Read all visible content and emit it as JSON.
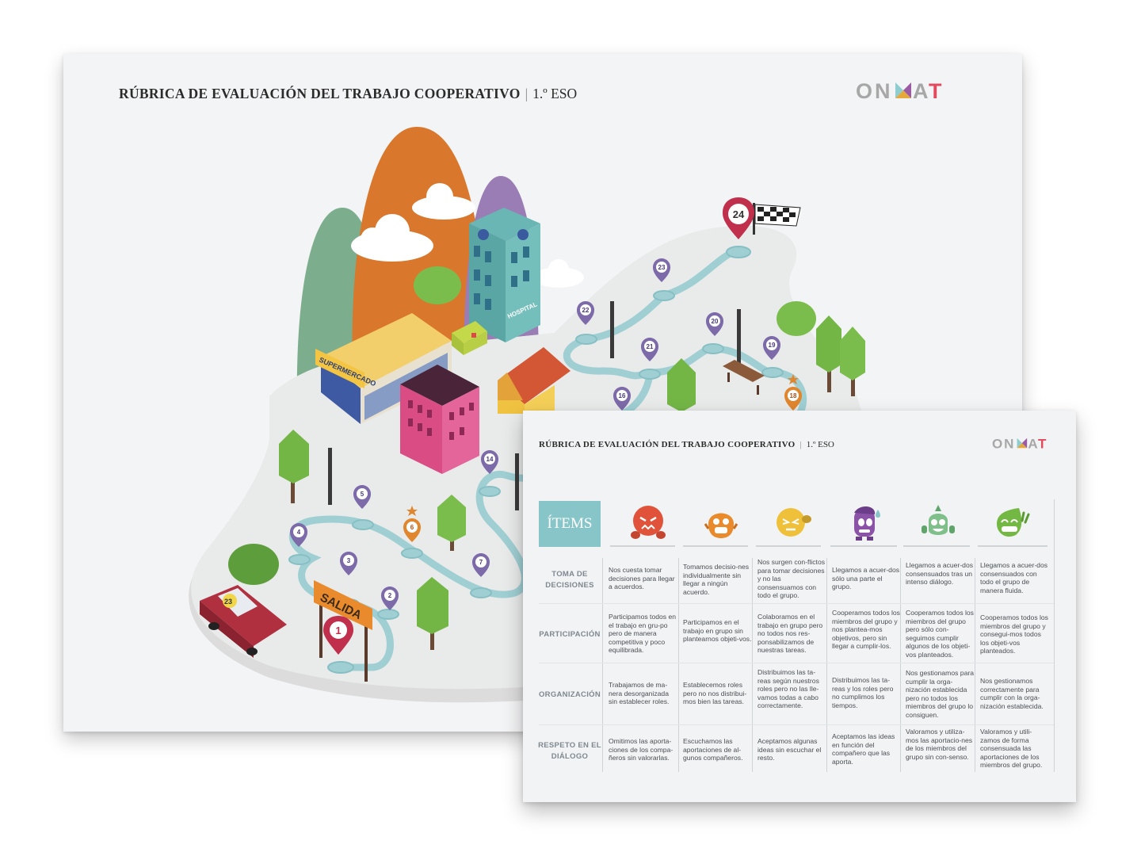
{
  "back_poster": {
    "title": "RÚBRICA DE EVALUACIÓN DEL TRABAJO COOPERATIVO",
    "separator": "|",
    "level": "1.º ESO",
    "logo": [
      "O",
      "N",
      "M",
      "A",
      "T"
    ],
    "map": {
      "start_sign": "SALIDA",
      "supermarket_sign": "SUPERMERCADO",
      "hospital_sign": "HOSPITAL",
      "car_number": "23",
      "pins": [
        "1",
        "2",
        "3",
        "4",
        "5",
        "6",
        "7",
        "14",
        "16",
        "18",
        "19",
        "20",
        "21",
        "22",
        "23",
        "24"
      ]
    }
  },
  "front_poster": {
    "title": "RÚBRICA DE EVALUACIÓN DEL TRABAJO COOPERATIVO",
    "separator": "|",
    "level": "1.º ESO",
    "logo": [
      "O",
      "N",
      "M",
      "A",
      "T"
    ],
    "items_label": "ÍTEMS",
    "face_colors": [
      "#e0533a",
      "#e98b2c",
      "#efc13a",
      "#8b53a7",
      "#7fbf8a",
      "#73b843"
    ],
    "rows": [
      {
        "label": "TOMA DE DECISIONES",
        "cells": [
          "Nos cuesta tomar decisiones para llegar a acuerdos.",
          "Tomamos decisio-nes individualmente sin llegar a ningún acuerdo.",
          "Nos surgen con-flictos para tomar decisiones y no las consensuamos con todo el grupo.",
          "Llegamos a acuer-dos sólo una parte el grupo.",
          "Llegamos a acuer-dos consensuados tras un intenso diálogo.",
          "Llegamos a acuer-dos consensuados con todo el grupo de manera fluida."
        ]
      },
      {
        "label": "PARTICIPACIÓN",
        "cells": [
          "Participamos todos en el trabajo en gru-po pero de manera competitiva y poco equilibrada.",
          "Participamos en el trabajo en grupo sin plantearnos objeti-vos.",
          "Colaboramos en el trabajo en grupo pero no todos nos res-ponsabilizamos de nuestras tareas.",
          "Cooperamos todos los miembros del grupo y nos plantea-mos objetivos, pero sin llegar a cumplir-los.",
          "Cooperamos todos los miembros del grupo pero sólo con-seguimos cumplir algunos de los objeti-vos planteados.",
          "Cooperamos todos los miembros del grupo y consegui-mos todos los objeti-vos planteados."
        ]
      },
      {
        "label": "ORGANIZACIÓN",
        "cells": [
          "Trabajamos de ma-nera desorganizada sin establecer roles.",
          "Establecemos roles pero no nos distribui-mos bien las tareas.",
          "Distribuimos las ta-reas según nuestros roles pero no las lle-vamos todas a cabo correctamente.",
          "Distribuimos las ta-reas y los roles pero no cumplimos los tiempos.",
          "Nos gestionamos para cumplir la orga-nización establecida pero no todos los miembros del grupo lo consiguen.",
          "Nos gestionamos correctamente para cumplir con la orga-nización establecida."
        ]
      },
      {
        "label": "RESPETO EN EL DIÁLOGO",
        "cells": [
          "Omitimos las aporta-ciones de los compa-ñeros sin valorarlas.",
          "Escuchamos las aportaciones de al-gunos compañeros.",
          "Aceptamos algunas ideas sin escuchar el resto.",
          "Aceptamos las ideas en función del compañero que las aporta.",
          "Valoramos y utiliza-mos las aportacio-nes de los miembros del grupo sin con-senso.",
          "Valoramos y utili-zamos de forma consensuada las aportaciones de los miembros del grupo."
        ]
      }
    ]
  }
}
